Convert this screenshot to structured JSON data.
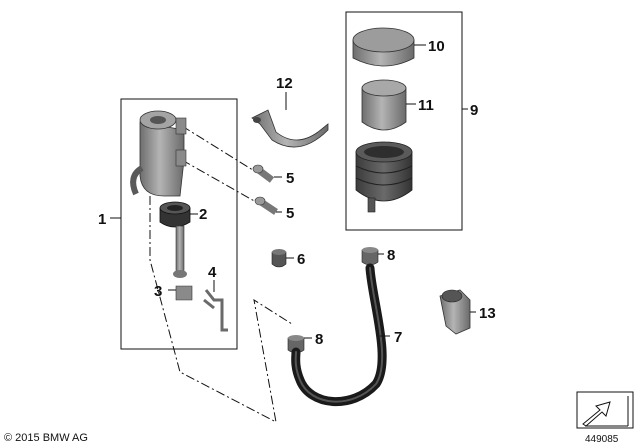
{
  "callouts": {
    "p1": "1",
    "p2": "2",
    "p3": "3",
    "p4": "4",
    "p5a": "5",
    "p5b": "5",
    "p6": "6",
    "p7": "7",
    "p8a": "8",
    "p8b": "8",
    "p9": "9",
    "p10": "10",
    "p11": "11",
    "p12": "12",
    "p13": "13"
  },
  "footer": {
    "copyright": "© 2015 BMW AG",
    "image_number": "449085"
  },
  "colors": {
    "part_fill": "#8e8e8e",
    "part_dark": "#555555",
    "line": "#111111"
  },
  "icons": {
    "nav_arrow": "diagonal-arrow-icon"
  }
}
